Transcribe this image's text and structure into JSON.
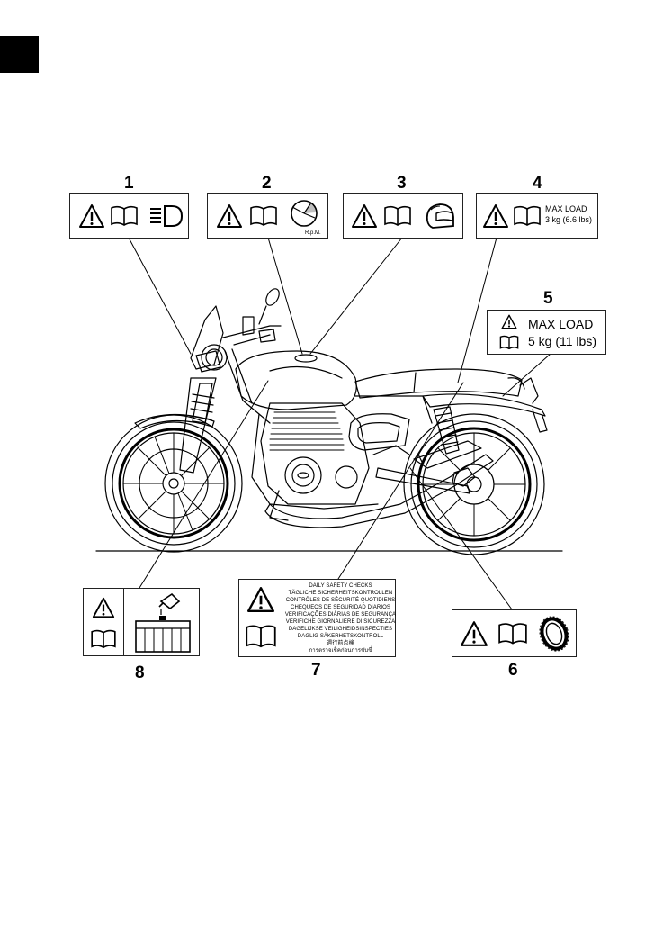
{
  "labels": [
    {
      "number": "1"
    },
    {
      "number": "2",
      "rpm_text": "R.p.M."
    },
    {
      "number": "3"
    },
    {
      "number": "4",
      "max_load": "MAX LOAD",
      "weight": "3 kg (6.6 lbs)"
    },
    {
      "number": "5",
      "max_load": "MAX LOAD",
      "weight": "5 kg (11 lbs)"
    },
    {
      "number": "6"
    },
    {
      "number": "7",
      "safety_checks": [
        "DAILY SAFETY CHECKS",
        "TÄGLICHE SICHERHEITSKONTROLLEN",
        "CONTRÔLES DE SÉCURITÉ QUOTIDIENS",
        "CHEQUEOS DE SEGURIDAD DIARIOS",
        "VERIFICAÇÕES DIÁRIAS DE SEGURANÇA",
        "VERIFICHE GIORNALIERE DI SICUREZZA",
        "DAGELIJKSE VEILIGHEIDSINSPECTIES",
        "DAGLIG SÄKERHETSKONTROLL",
        "週行前点検",
        "การตรวจเช็คก่อนการขับขี่"
      ]
    },
    {
      "number": "8"
    }
  ],
  "icons": [
    "warning-icon",
    "manual-book-icon",
    "headlight-icon",
    "rpm-dial-icon",
    "helmet-icon",
    "tyre-icon",
    "battery-icon",
    "fluid-pour-icon"
  ],
  "colors": {
    "ink": "#000000",
    "paper": "#ffffff",
    "tab": "#000000"
  }
}
